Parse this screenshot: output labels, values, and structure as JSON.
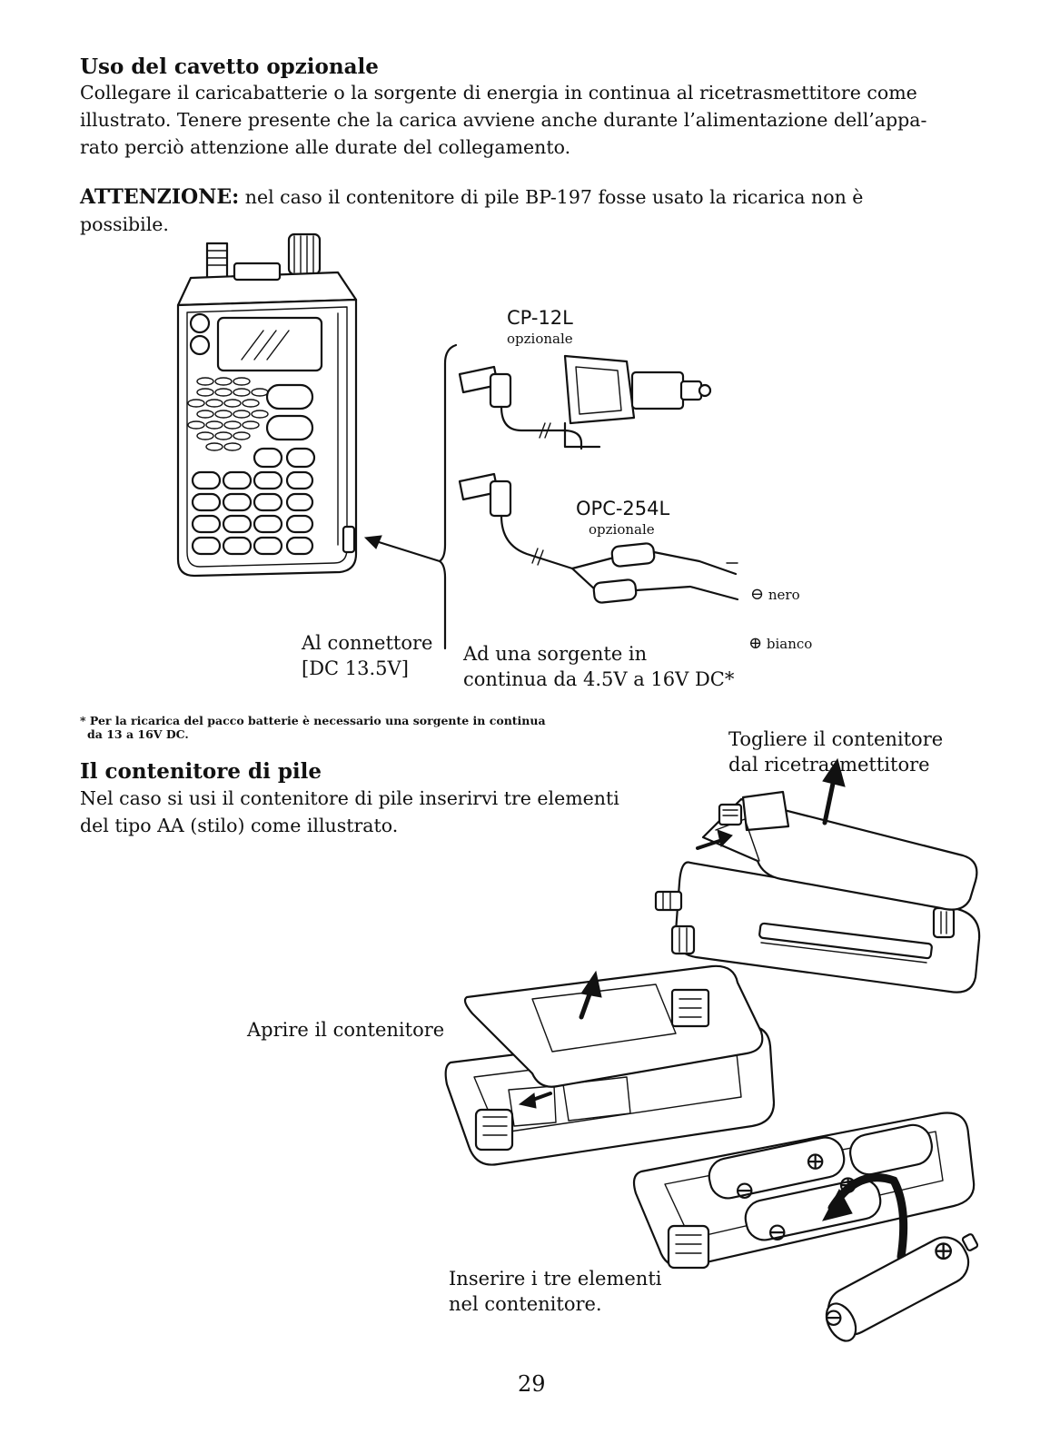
{
  "section1": {
    "title": "Uso del cavetto opzionale",
    "lines": [
      "Collegare il caricabatterie o la sorgente di energia in continua al ricetrasmettitore come",
      "illustrato. Tenere presente che la carica avviene anche durante l’alimentazione dell’appa-",
      "rato perciò attenzione alle durate del collegamento."
    ]
  },
  "warning": {
    "label": "ATTENZIONE:",
    "line1": "nel caso il contenitore di pile  BP-197 fosse usato la ricarica non è",
    "line2": "possibile."
  },
  "diagram1": {
    "cp12l_model": "CP-12L",
    "cp12l_note": "opzionale",
    "opc254l_model": "OPC-254L",
    "opc254l_note": "opzionale",
    "minus_symbol": "⊖",
    "minus_label": "nero",
    "plus_symbol": "⊕",
    "plus_label": "bianco",
    "connector_line1": "Al connettore",
    "connector_line2": "[DC 13.5V]",
    "source_line1": "Ad una sorgente in",
    "source_line2": "continua da 4.5V a 16V DC*"
  },
  "footnote": {
    "line1": "* Per la ricarica del pacco batterie è necessario una sorgente in continua",
    "line2": "da 13 a 16V DC."
  },
  "section2": {
    "title": "Il contenitore di pile",
    "lines": [
      "Nel caso si usi il contenitore di pile inserirvi tre elementi",
      "del tipo AA (stilo) come illustrato."
    ]
  },
  "captions": {
    "remove_line1": "Togliere il contenitore",
    "remove_line2": "dal ricetrasmettitore",
    "open": "Aprire il contenitore",
    "insert_line1": "Inserire i tre elementi",
    "insert_line2": "nel contenitore.",
    "battery_plus": "⊕",
    "battery_minus": "⊖"
  },
  "page_number": "29"
}
